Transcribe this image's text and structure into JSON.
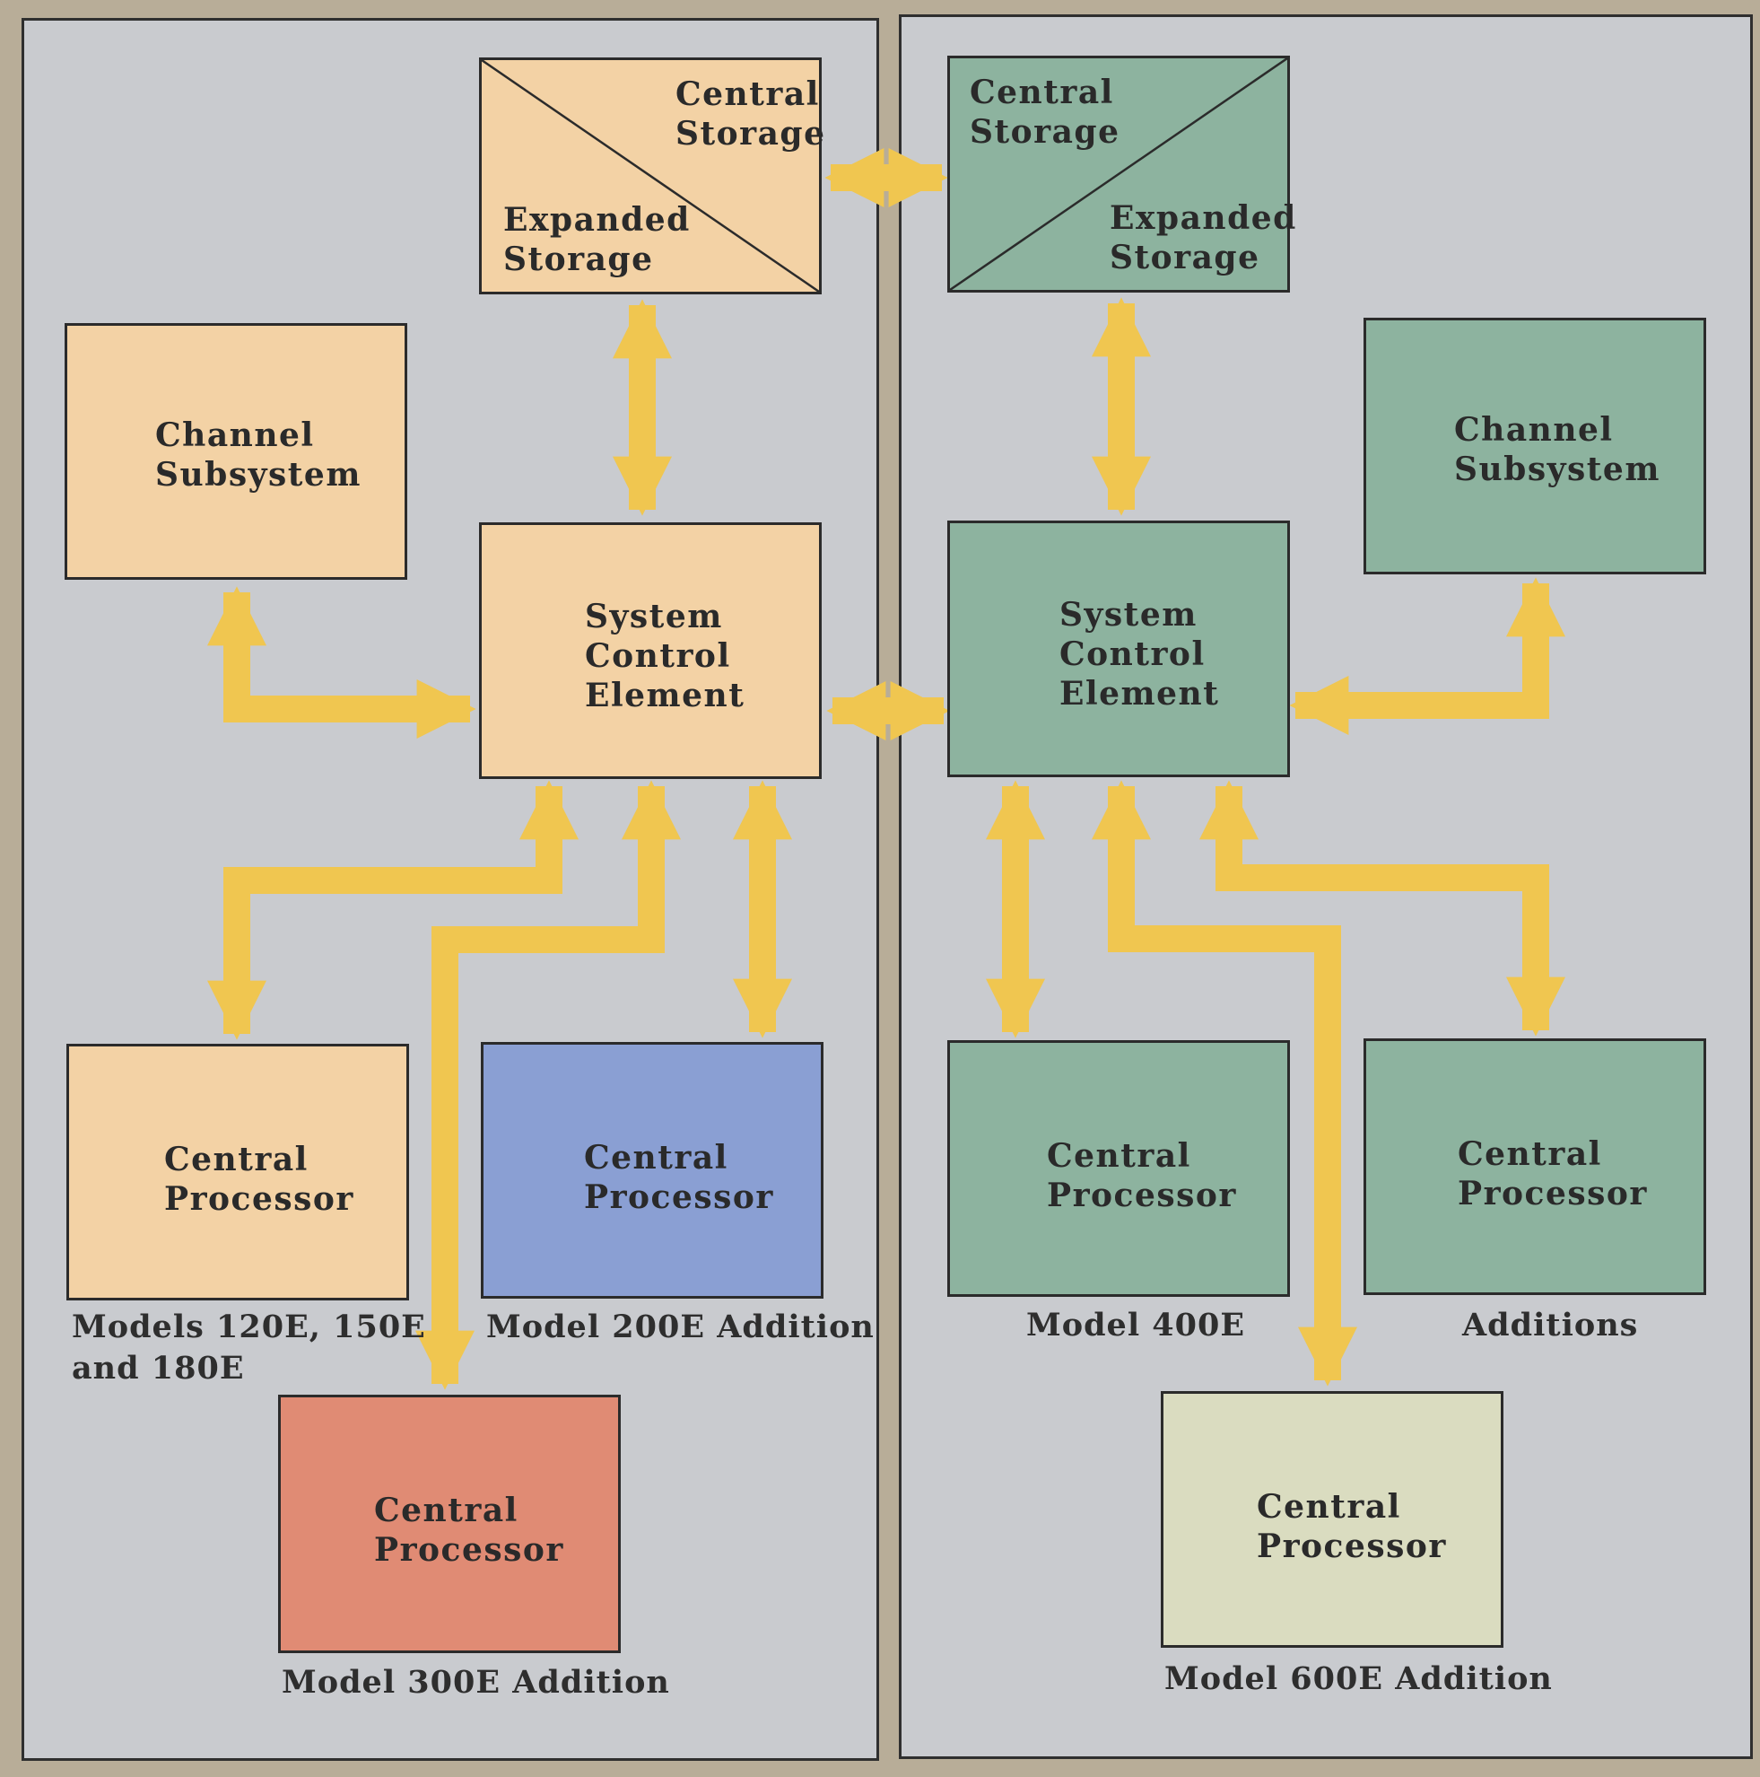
{
  "left_system": {
    "storage": {
      "central": "Central\nStorage",
      "expanded": "Expanded\nStorage"
    },
    "channel_subsystem": "Channel\nSubsystem",
    "system_control_element": "System\nControl\nElement",
    "processors": [
      {
        "label": "Central\nProcessor",
        "caption": "Models 120E, 150E\nand 180E",
        "color": "#f3d2a5"
      },
      {
        "label": "Central\nProcessor",
        "caption": "Model 200E Addition",
        "color": "#8a9fd3"
      },
      {
        "label": "Central\nProcessor",
        "caption": "Model 300E Addition",
        "color": "#e08b74"
      }
    ],
    "color": "#f3d2a5"
  },
  "right_system": {
    "storage": {
      "central": "Central\nStorage",
      "expanded": "Expanded\nStorage"
    },
    "channel_subsystem": "Channel\nSubsystem",
    "system_control_element": "System\nControl\nElement",
    "processors": [
      {
        "label": "Central\nProcessor",
        "caption": "Model 400E",
        "color": "#8db39f"
      },
      {
        "label": "Central\nProcessor",
        "caption": "Additions",
        "color": "#8db39f"
      },
      {
        "label": "Central\nProcessor",
        "caption": "Model 600E Addition",
        "color": "#dadcc0"
      }
    ],
    "color": "#8db39f"
  },
  "arrow_color": "#f0c650"
}
